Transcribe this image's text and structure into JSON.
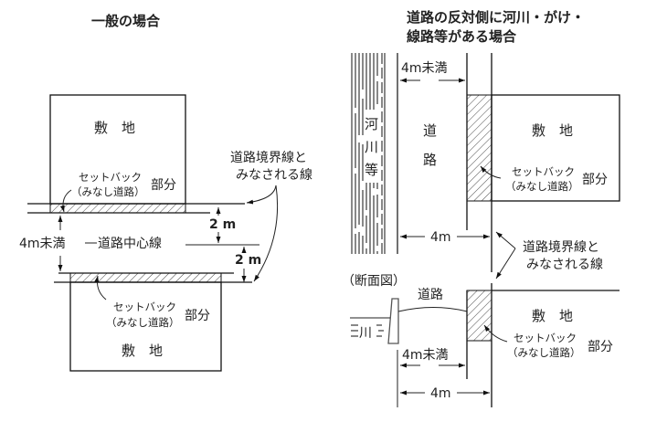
{
  "left_diagram": {
    "title": "一般の場合",
    "site_top": "敷　地",
    "site_bottom": "敷　地",
    "setback_top_line1": "セットバック",
    "setback_top_line2": "（みなし道路）",
    "setback_top_part": "部分",
    "setback_bottom_line1": "セットバック",
    "setback_bottom_line2": "（みなし道路）",
    "setback_bottom_part": "部分",
    "boundary_label_line1": "道路境界線と",
    "boundary_label_line2": "みなされる線",
    "road_width": "4m未満",
    "center_line": "道路中心線",
    "dim_upper": "2 m",
    "dim_lower": "2 m"
  },
  "right_diagram": {
    "title_line1": "道路の反対側に河川・がけ・",
    "title_line2": "線路等がある場合",
    "road_width_top": "4m未満",
    "river_label": [
      "河",
      "川",
      "等"
    ],
    "road_label": [
      "道",
      "路"
    ],
    "site": "敷　地",
    "setback_line1": "セットバック",
    "setback_line2": "（みなし道路）",
    "setback_part": "部分",
    "dim_4m_top": "4m",
    "boundary_label_line1": "道路境界線と",
    "boundary_label_line2": "みなされる線",
    "section_title": "（断面図）",
    "section_road": "道路",
    "section_river": "川",
    "section_site": "敷　地",
    "section_setback_line1": "セットバック",
    "section_setback_line2": "（みなし道路）",
    "section_setback_part": "部分",
    "section_width": "4m未満",
    "section_4m": "4m"
  }
}
